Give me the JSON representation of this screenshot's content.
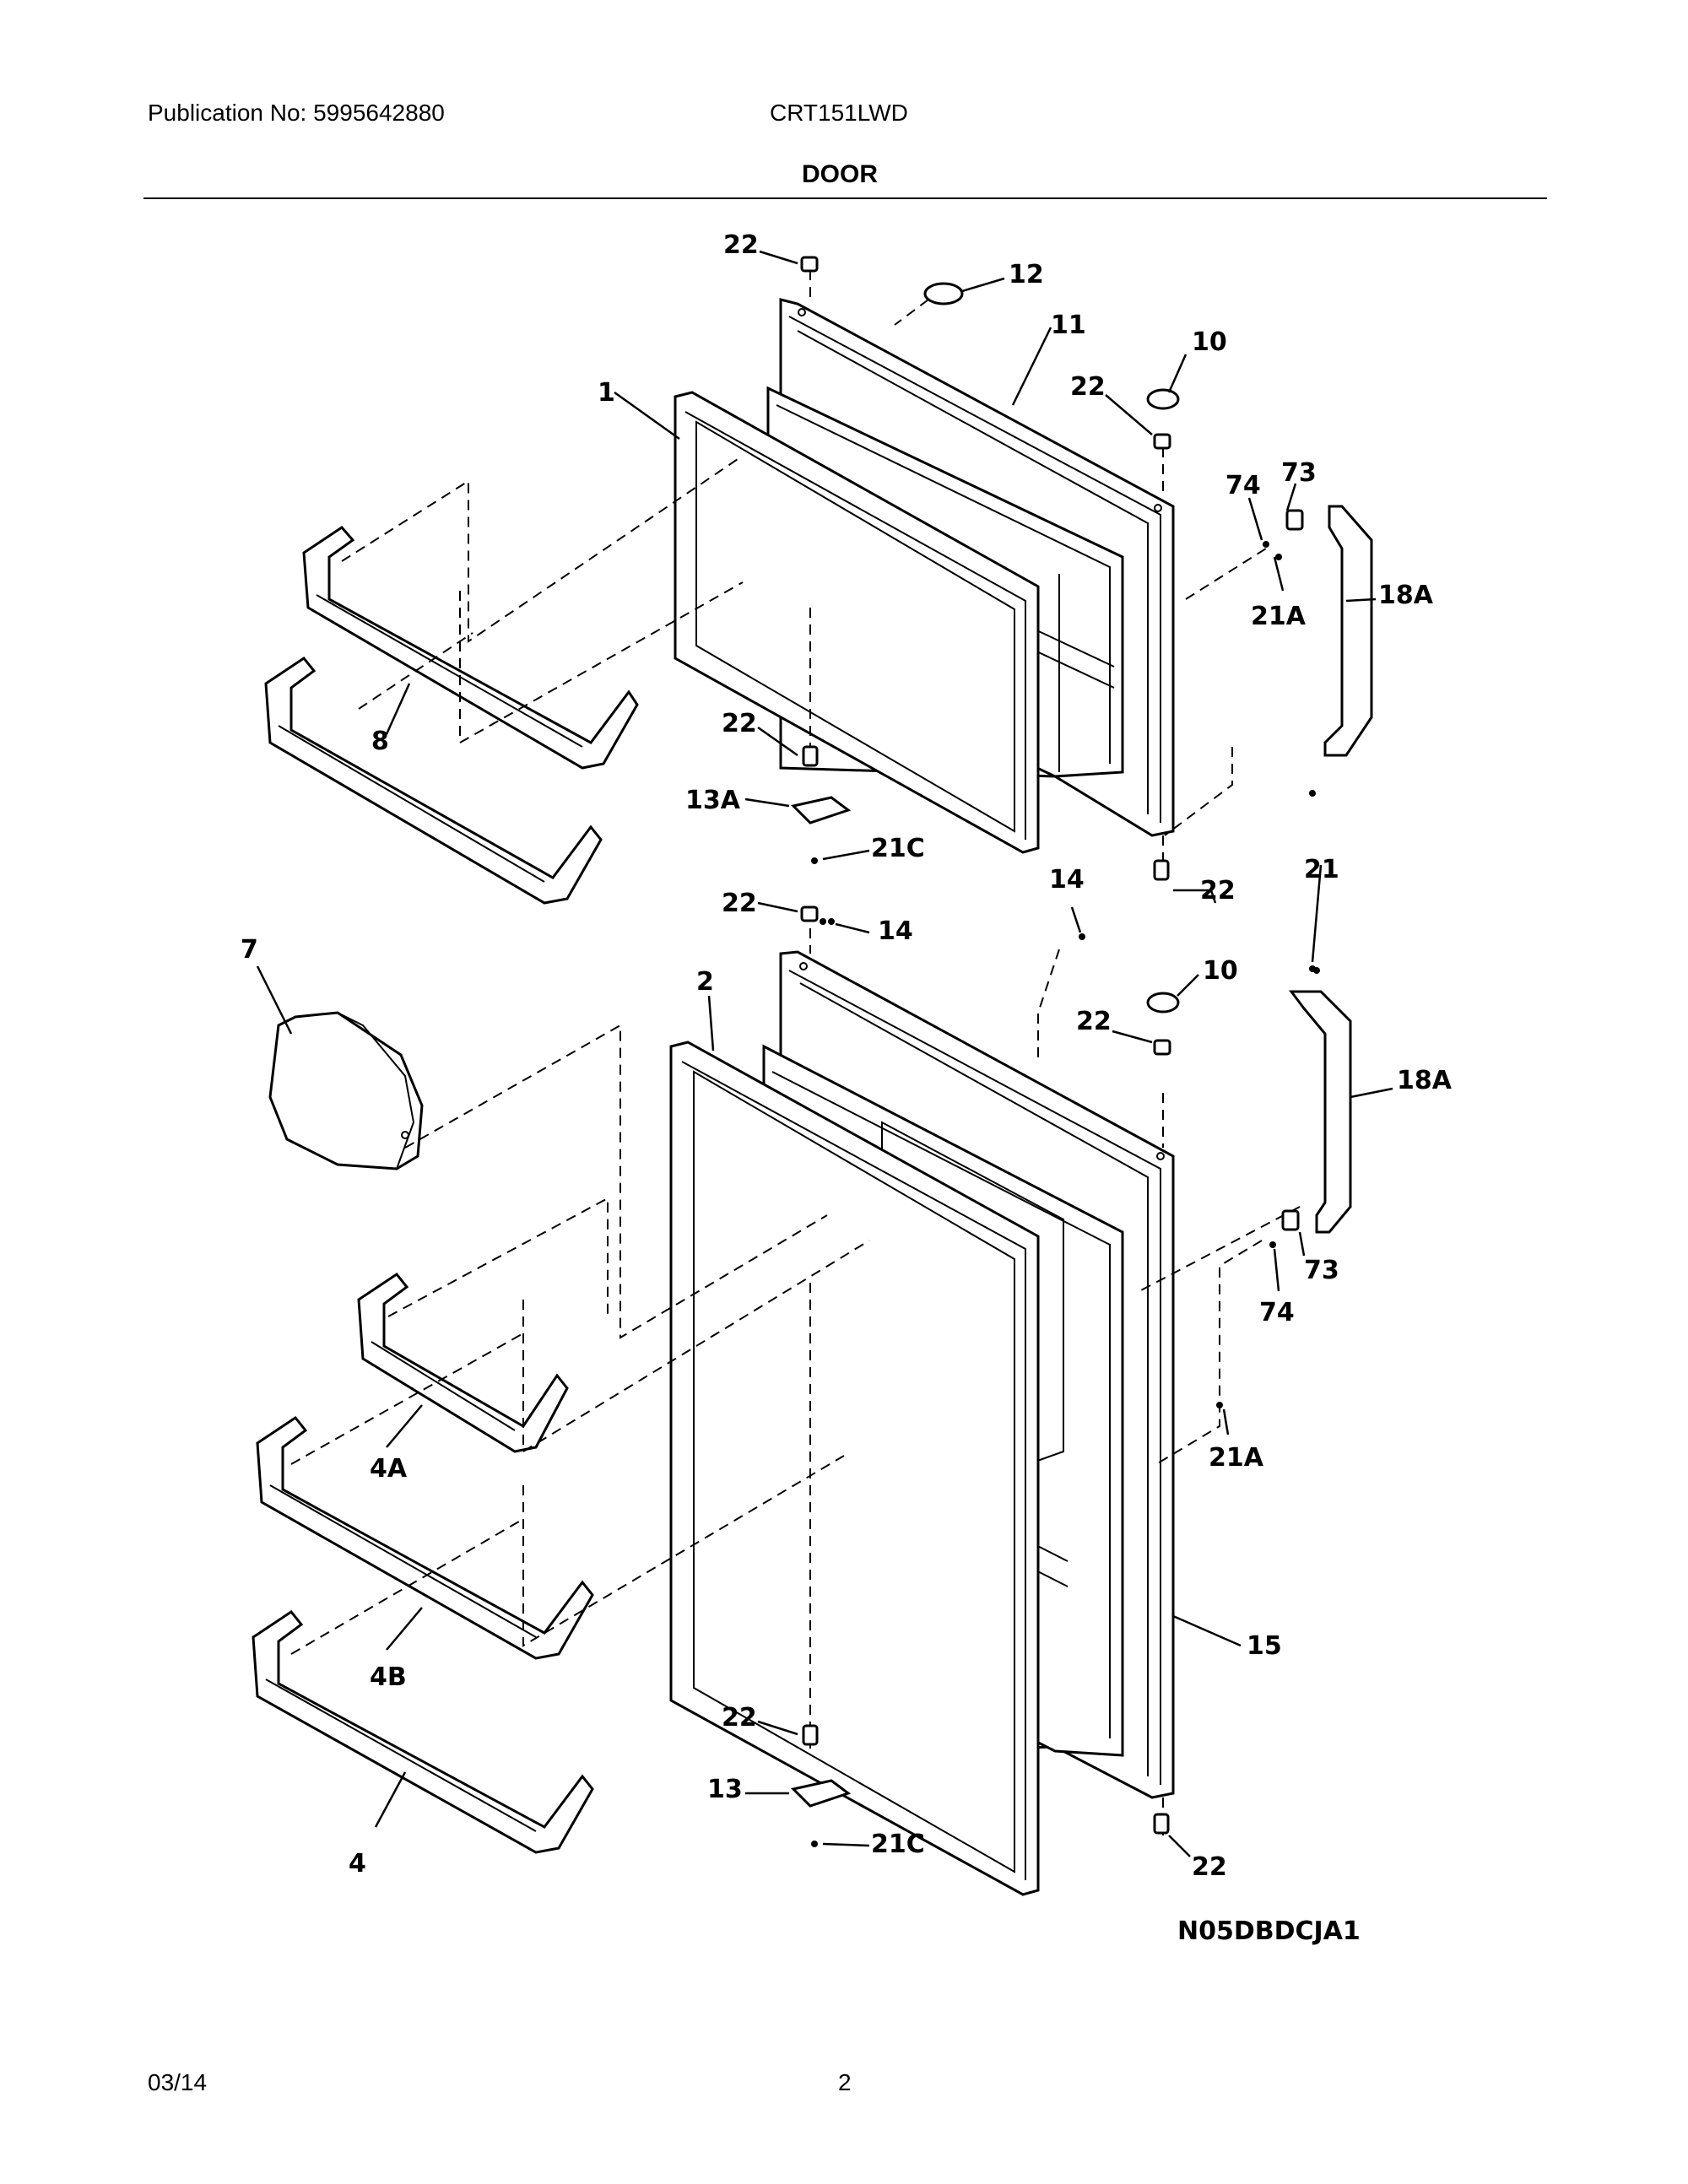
{
  "header": {
    "publication": "Publication No: 5995642880",
    "model": "CRT151LWD",
    "section_title": "DOOR"
  },
  "footer": {
    "date": "03/14",
    "page": "2"
  },
  "diagram": {
    "code": "N05DBDCJA1",
    "callouts": {
      "c22_a": "22",
      "c12": "12",
      "c11": "11",
      "c10_a": "10",
      "c22_b": "22",
      "c1": "1",
      "c74_a": "74",
      "c73_a": "73",
      "c18A_a": "18A",
      "c21A_a": "21A",
      "c8": "8",
      "c22_c": "22",
      "c13A": "13A",
      "c21C_a": "21C",
      "c14_a": "14",
      "c22_d": "22",
      "c21": "21",
      "c22_e": "22",
      "c14_b": "14",
      "c7": "7",
      "c2": "2",
      "c10_b": "10",
      "c22_f": "22",
      "c18A_b": "18A",
      "c73_b": "73",
      "c74_b": "74",
      "c4A": "4A",
      "c21A_b": "21A",
      "c4B": "4B",
      "c15": "15",
      "c22_g": "22",
      "c13": "13",
      "c21C_b": "21C",
      "c22_h": "22",
      "c4": "4"
    }
  }
}
